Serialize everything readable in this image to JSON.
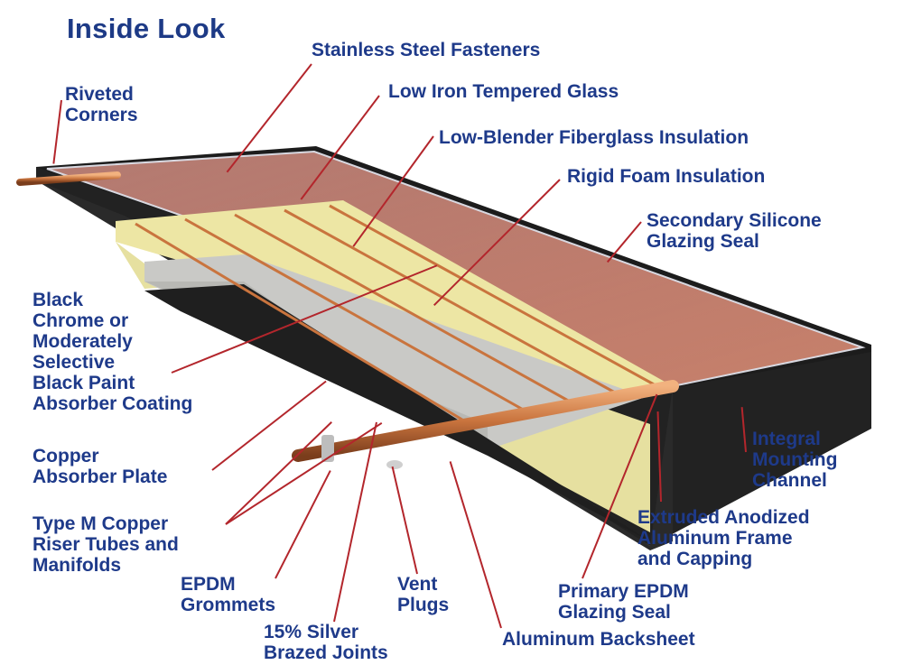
{
  "title": "Inside Look",
  "labels": {
    "riveted": [
      "Riveted",
      "Corners"
    ],
    "fasteners": [
      "Stainless Steel Fasteners"
    ],
    "glass": [
      "Low Iron Tempered Glass"
    ],
    "fiberglass": [
      "Low-Blender Fiberglass Insulation"
    ],
    "foam": [
      "Rigid Foam Insulation"
    ],
    "silicone": [
      "Secondary Silicone",
      "Glazing Seal"
    ],
    "coating": [
      "Black",
      "Chrome or",
      "Moderately",
      "Selective",
      "Black Paint",
      "Absorber Coating"
    ],
    "plate": [
      "Copper",
      "Absorber Plate"
    ],
    "riser": [
      "Type M Copper",
      "Riser Tubes and",
      "Manifolds"
    ],
    "grommets": [
      "EPDM",
      "Grommets"
    ],
    "joints": [
      "15% Silver",
      "Brazed Joints"
    ],
    "vent": [
      "Vent",
      "Plugs"
    ],
    "backsheet": [
      "Aluminum Backsheet"
    ],
    "epdm": [
      "Primary EPDM",
      "Glazing Seal"
    ],
    "frame": [
      "Extruded Anodized",
      "Aluminum Frame",
      "and Capping"
    ],
    "channel": [
      "Integral",
      "Mounting",
      "Channel"
    ]
  },
  "colors": {
    "title": "#1d3a86",
    "label": "#1e3a8a",
    "leader": "#b3262c",
    "frame": "#1c1c1c",
    "absorber": "#b96a56",
    "copper": "#c9743e",
    "fiberglass": "#ede6a4",
    "foam": "#c9c9c6"
  }
}
